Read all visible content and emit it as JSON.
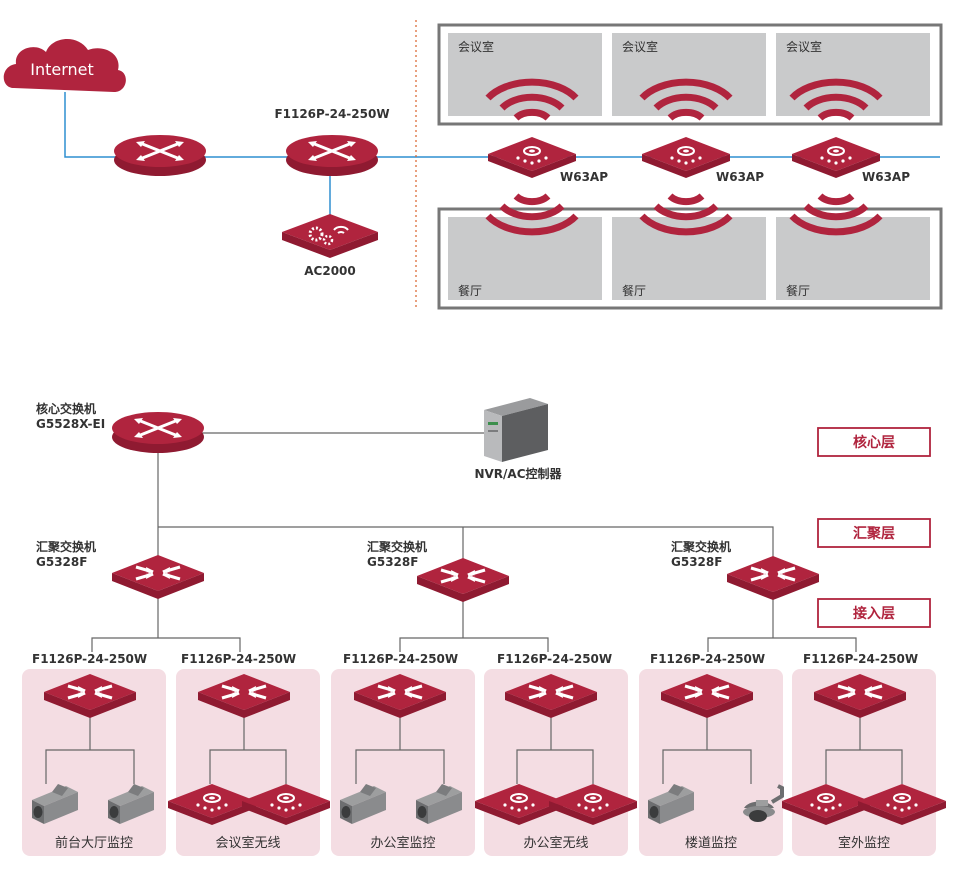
{
  "top": {
    "internet_label": "Internet",
    "router_label": "F1126P-24-250W",
    "ac_label": "AC2000",
    "ap_label": "W63AP",
    "rooms_top": [
      "会议室",
      "会议室",
      "会议室"
    ],
    "rooms_bottom": [
      "餐厅",
      "餐厅",
      "餐厅"
    ]
  },
  "bottom": {
    "core": {
      "name": "核心交换机",
      "model": "G5528X-EI"
    },
    "server_label": "NVR/AC控制器",
    "aggregation": [
      {
        "name": "汇聚交换机",
        "model": "G5328F"
      },
      {
        "name": "汇聚交换机",
        "model": "G5328F"
      },
      {
        "name": "汇聚交换机",
        "model": "G5328F"
      }
    ],
    "access_model": "F1126P-24-250W",
    "groups": [
      "前台大厅监控",
      "会议室无线",
      "办公室监控",
      "办公室无线",
      "楼道监控",
      "室外监控"
    ],
    "layers": [
      "核心层",
      "汇聚层",
      "接入层"
    ]
  },
  "colors": {
    "brand": "#b0243e",
    "line_blue": "#2f8fd0",
    "room_gray": "#c9cacb",
    "group_pink": "#f4dde3"
  }
}
